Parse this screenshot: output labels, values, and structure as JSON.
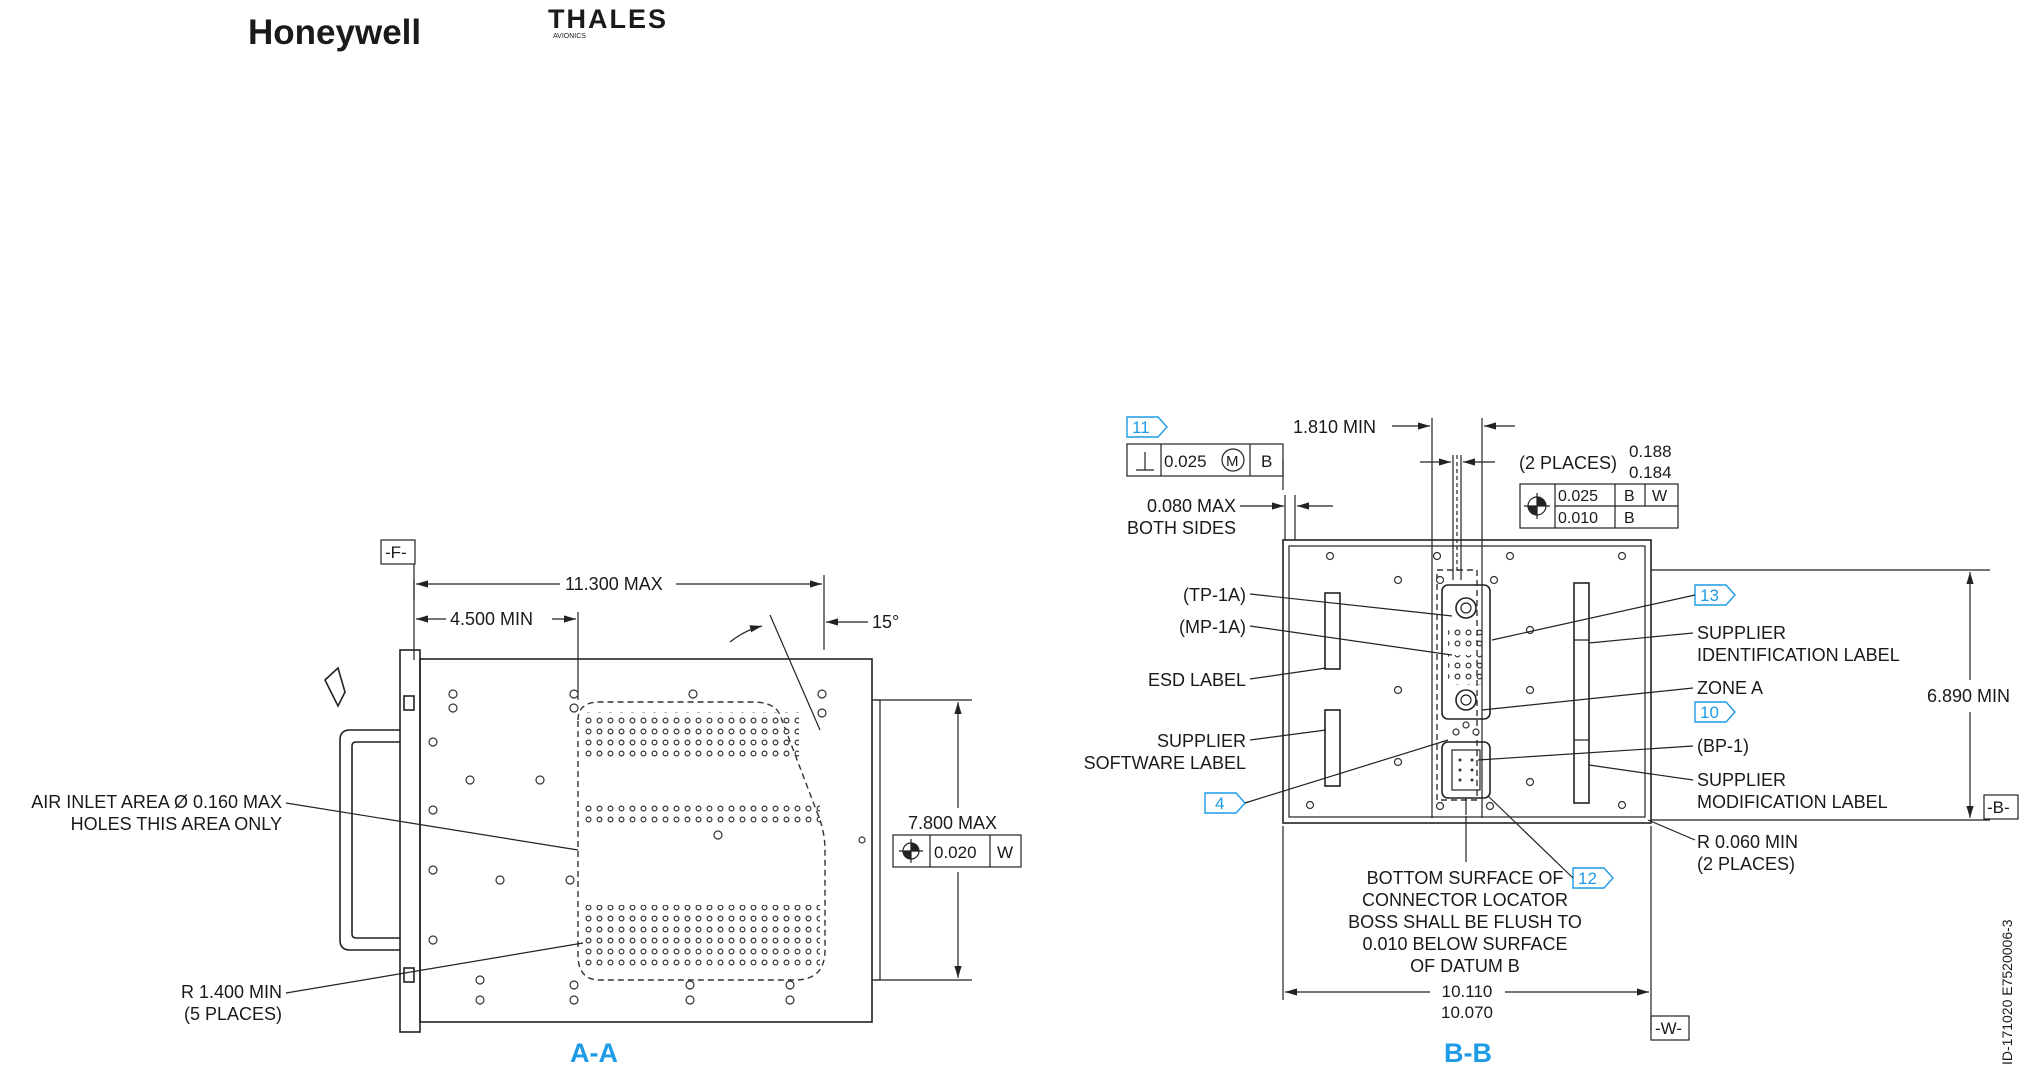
{
  "logos": {
    "honeywell": "Honeywell",
    "thales": "THALES",
    "thales_sub": "AVIONICS"
  },
  "colors": {
    "ink": "#1a1a1a",
    "callout_blue": "#1e9be6",
    "thales_purple": "#2b2a6b"
  },
  "view_aa": {
    "title": "A-A",
    "datum_f": "-F-",
    "dim_overall": "11.300 MAX",
    "dim_min": "4.500 MIN",
    "angle": "15°",
    "height_label": "7.800 MAX",
    "tolerance_value": "0.020",
    "tolerance_datum": "W",
    "air_inlet_line1": "AIR INLET AREA Ø 0.160 MAX",
    "air_inlet_line2": "HOLES THIS AREA ONLY",
    "radius_line1": "R 1.400 MIN",
    "radius_line2": "(5 PLACES)"
  },
  "view_bb": {
    "title": "B-B",
    "callout_11": "11",
    "perp_value": "0.025",
    "perp_modifier": "M",
    "perp_datum": "B",
    "edge_line1": "0.080 MAX",
    "edge_line2": "BOTH SIDES",
    "dim_1810": "1.810 MIN",
    "places2": "(2 PLACES)",
    "dia_upper": "0.188",
    "dia_lower": "0.184",
    "pos_value1": "0.025",
    "pos_datum1a": "B",
    "pos_datum1b": "W",
    "pos_value2": "0.010",
    "pos_datum2": "B",
    "tp1a": "(TP-1A)",
    "mp1a": "(MP-1A)",
    "esd_label": "ESD LABEL",
    "sw_label_line1": "SUPPLIER",
    "sw_label_line2": "SOFTWARE LABEL",
    "callout_4": "4",
    "callout_13": "13",
    "supplier_id_line1": "SUPPLIER",
    "supplier_id_line2": "IDENTIFICATION LABEL",
    "zone_a": "ZONE A",
    "callout_10": "10",
    "bp1": "(BP-1)",
    "supplier_mod_line1": "SUPPLIER",
    "supplier_mod_line2": "MODIFICATION LABEL",
    "height_min": "6.890 MIN",
    "datum_b": "-B-",
    "r060_line1": "R 0.060 MIN",
    "r060_line2": "(2 PLACES)",
    "callout_12": "12",
    "note_line1": "BOTTOM SURFACE OF",
    "note_line2": "CONNECTOR LOCATOR",
    "note_line3": "BOSS SHALL BE FLUSH TO",
    "note_line4": "0.010 BELOW SURFACE",
    "note_line5": "OF DATUM B",
    "width_upper": "10.110",
    "width_lower": "10.070",
    "datum_w": "-W-"
  },
  "drawing_id": "ID-171020  E7520006-3"
}
